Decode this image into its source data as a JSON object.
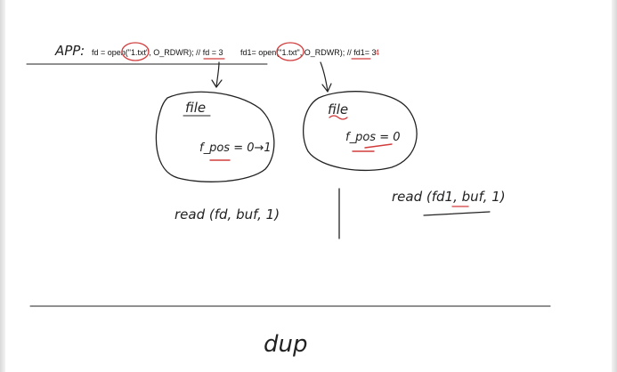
{
  "app_label": "APP:",
  "code_line_1": {
    "prefix": "fd = open(",
    "filename": "\"1.txt\"",
    "suffix": ", O_RDWR); // ",
    "comment": "fd = 3"
  },
  "code_line_2": {
    "prefix": "fd1= open(",
    "filename": "\"1.txt\"",
    "suffix": ", O_RDWR); // ",
    "comment": "fd1= 3",
    "correction": "4"
  },
  "left_file": {
    "label": "file",
    "fpos": "f_pos = 0→1"
  },
  "right_file": {
    "label": "file",
    "fpos": "f_pos = 0"
  },
  "left_call": "read (fd, buf, 1)",
  "right_call": "read (fd1, buf, 1)",
  "bottom_word": "dup",
  "colors": {
    "ink": "#222222",
    "highlight": "#d23c3c",
    "background": "#ffffff"
  }
}
